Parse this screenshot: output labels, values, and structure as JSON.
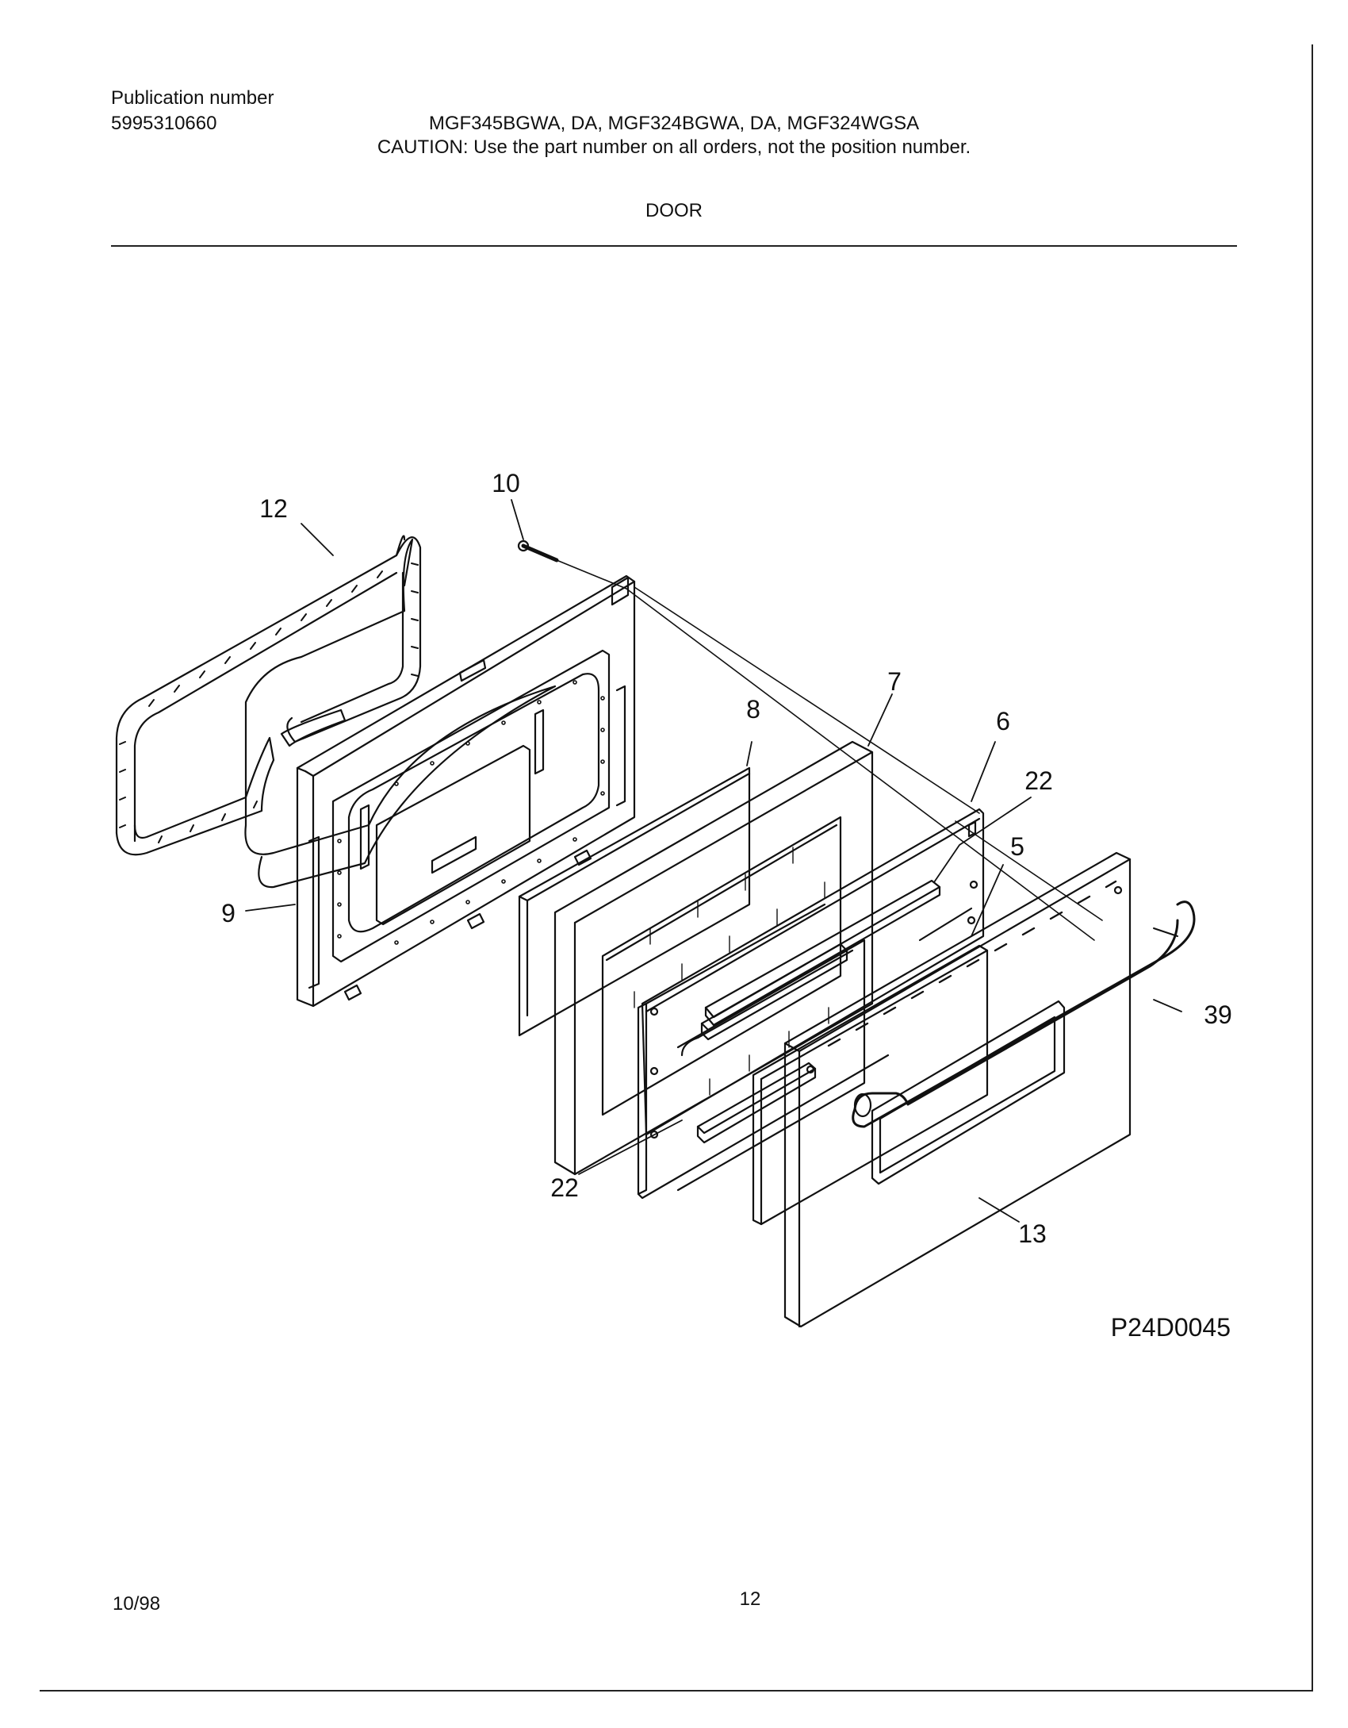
{
  "header": {
    "publication_label": "Publication number",
    "publication_number": "5995310660",
    "models": "MGF345BGWA, DA, MGF324BGWA, DA, MGF324WGSA",
    "caution": "CAUTION:  Use the part number on all orders, not the position number.",
    "section_title": "DOOR"
  },
  "diagram": {
    "drawing_code": "P24D0045",
    "callouts": [
      {
        "id": "gasket",
        "label": "12"
      },
      {
        "id": "screw",
        "label": "10"
      },
      {
        "id": "inner-liner",
        "label": "9"
      },
      {
        "id": "insulation",
        "label": "8"
      },
      {
        "id": "insulation-frame",
        "label": "7"
      },
      {
        "id": "glass-pack-frame",
        "label": "6"
      },
      {
        "id": "glass-retainer-top",
        "label": "22"
      },
      {
        "id": "inner-glass",
        "label": "5"
      },
      {
        "id": "glass-retainer-bottom",
        "label": "22"
      },
      {
        "id": "handle",
        "label": "39"
      },
      {
        "id": "outer-door-panel",
        "label": "13"
      }
    ]
  },
  "footer": {
    "date": "10/98",
    "page_number": "12"
  }
}
